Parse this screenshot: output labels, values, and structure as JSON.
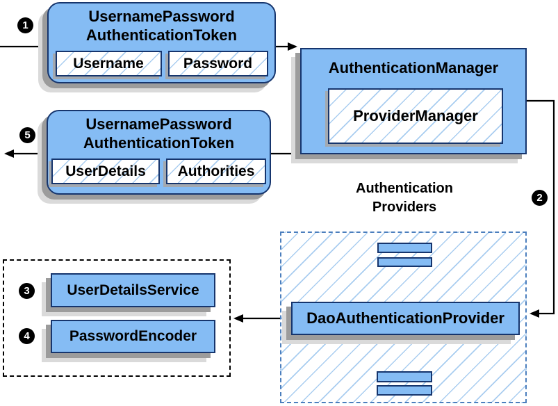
{
  "colors": {
    "box_fill": "#85bcf4",
    "box_border": "#16356d",
    "hatch_line": "#a9cdf0",
    "dashed_border": "#4b7ebd",
    "shadow_dark": "#9c9c9c",
    "shadow_light": "#dadada",
    "line": "#000000",
    "badge_bg": "#000000",
    "badge_text": "#ffffff",
    "text": "#000000"
  },
  "badges": {
    "step1": "1",
    "step2": "2",
    "step3": "3",
    "step4": "4",
    "step5": "5"
  },
  "request_token": {
    "title_line1": "UsernamePassword",
    "title_line2": "AuthenticationToken",
    "field1": "Username",
    "field2": "Password"
  },
  "authentication_manager": {
    "title": "AuthenticationManager",
    "inner_label": "ProviderManager"
  },
  "response_token": {
    "title_line1": "UsernamePassword",
    "title_line2": "AuthenticationToken",
    "field1": "UserDetails",
    "field2": "Authorities"
  },
  "providers_group": {
    "label_line1": "Authentication",
    "label_line2": "Providers",
    "provider_label": "DaoAuthenticationProvider"
  },
  "services_group": {
    "service1": "UserDetailsService",
    "service2": "PasswordEncoder"
  }
}
